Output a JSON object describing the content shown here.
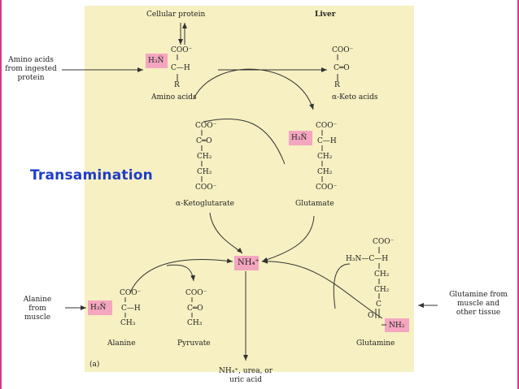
{
  "labels": {
    "cellular_protein": "Cellular protein",
    "liver": "Liver",
    "amino_acids_ingested": [
      "Amino acids",
      "from ingested",
      "protein"
    ],
    "amino_acids": "Amino acids",
    "alpha_keto_acids": "α-Keto acids",
    "alpha_ketoglutarate": "α-Ketoglutarate",
    "glutamate": "Glutamate",
    "transamination": "Transamination",
    "alanine_from_muscle": [
      "Alanine",
      "from",
      "muscle"
    ],
    "alanine": "Alanine",
    "pyruvate": "Pyruvate",
    "glutamine": "Glutamine",
    "glutamine_from_muscle": [
      "Glutamine from",
      "muscle and",
      "other tissue"
    ],
    "panel_letter": "(a)",
    "ammonium": "NH₄⁺",
    "products": [
      "NH₄⁺, urea, or",
      "uric acid"
    ]
  },
  "chem": {
    "coo": "COO⁻",
    "h3n": "H₃N̈",
    "c_h": "C—H",
    "c_eq_o": "C═O",
    "r": "R",
    "ch2": "CH₂",
    "ch3": "CH₃",
    "h": "H",
    "nh2": "NH₂",
    "c": "C",
    "o": "O",
    "h3n_plain": "H₃N—C—H"
  },
  "colors": {
    "panel": "#f6f0c2",
    "highlight": "#f4a6c0",
    "title_accent": "#1f3cc8",
    "border": "#e0338a"
  }
}
